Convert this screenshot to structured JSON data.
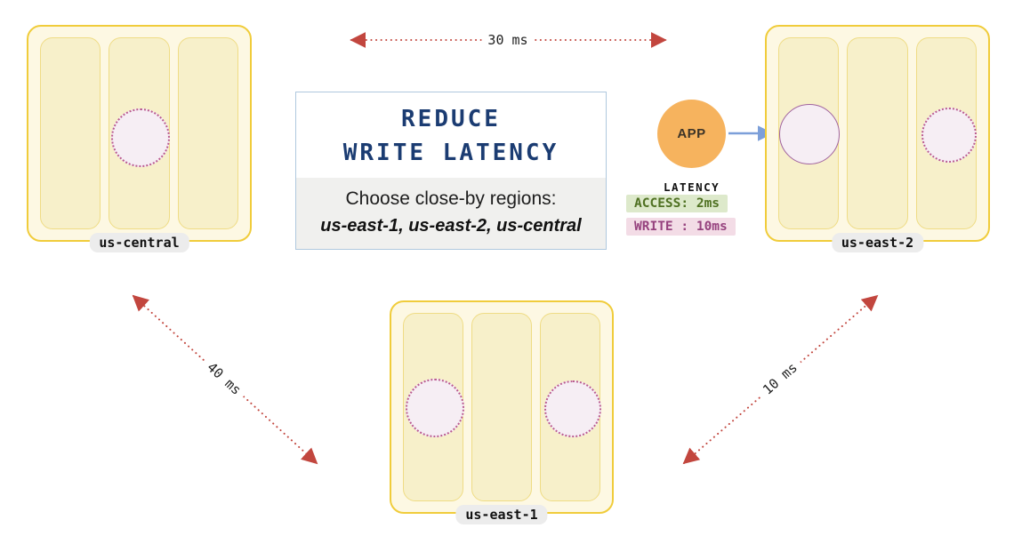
{
  "regions": [
    {
      "label": "us-central",
      "nodes": 3,
      "replicas": [
        {
          "node": 2,
          "style": "dotted"
        }
      ]
    },
    {
      "label": "us-east-2",
      "nodes": 3,
      "replicas": [
        {
          "node": 1,
          "style": "solid"
        },
        {
          "node": 3,
          "style": "dotted"
        }
      ]
    },
    {
      "label": "us-east-1",
      "nodes": 3,
      "replicas": [
        {
          "node": 1,
          "style": "dotted"
        },
        {
          "node": 3,
          "style": "dotted"
        }
      ]
    }
  ],
  "links": [
    {
      "from": "us-central",
      "to": "us-east-2",
      "label": "30 ms"
    },
    {
      "from": "us-central",
      "to": "us-east-1",
      "label": "40 ms"
    },
    {
      "from": "us-east-1",
      "to": "us-east-2",
      "label": "10 ms"
    }
  ],
  "info_box": {
    "title_line_1": "REDUCE",
    "title_line_2": "WRITE LATENCY",
    "subtitle": "Choose close-by regions:",
    "regions_list": "us-east-1, us-east-2, us-central"
  },
  "app": {
    "label": "APP"
  },
  "latency_panel": {
    "title": "LATENCY",
    "access_label": "ACCESS: 2ms",
    "write_label": "WRITE : 10ms"
  },
  "colors": {
    "region_border": "#F0CC3B",
    "region_fill": "#FDF8E3",
    "node_fill": "#F7F0CA",
    "replica_border": "#BA5B91",
    "replica_fill": "#F6EEF4",
    "latency_arrow": "#C2463E",
    "app_fill": "#F6B35E",
    "app_arrow": "#7C9FD9",
    "title_text": "#1B3C72",
    "access_bg": "#DDE9CB",
    "access_text": "#4F7122",
    "write_bg": "#F3DCE6",
    "write_text": "#96427E"
  }
}
